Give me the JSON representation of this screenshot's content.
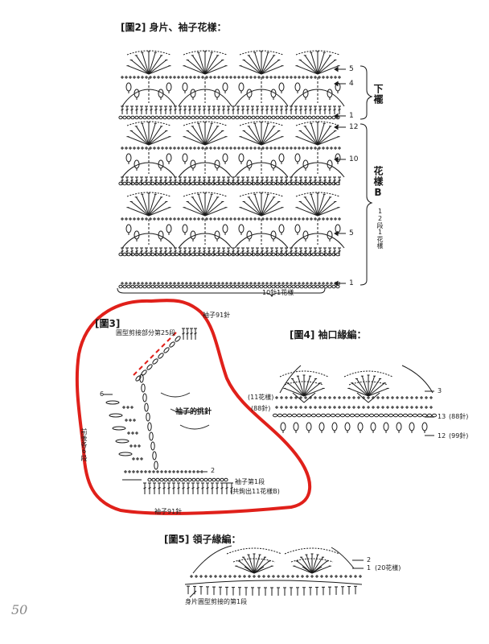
{
  "fig2": {
    "title": "[圖2] 身片、袖子花樣：",
    "row_labels": [
      "5",
      "4",
      "1",
      "12",
      "10",
      "5",
      "1"
    ],
    "section_hem": "下襬",
    "section_pattern": "花樣B",
    "section_note": "12段1花樣",
    "repeat_label": "10針1花樣"
  },
  "fig3": {
    "title": "[圖3]",
    "raglan_label": "圓型剪接部分第25段",
    "sleeve_top": "袖子91針",
    "pickup_label": "袖子的挑針",
    "side_label": "前後各6段",
    "row_markers": [
      "6",
      "2"
    ],
    "row1_label": "袖子第1段",
    "row1_sub": "(共鉤出11花樣B)",
    "sleeve_bottom": "袖子91針"
  },
  "fig4": {
    "title": "[圖4] 袖口緣編：",
    "left_notes": [
      "(11花樣)",
      "(88針)"
    ],
    "row_labels": [
      "3",
      "13",
      "12"
    ],
    "row_counts": [
      "(88針)",
      "(99針)"
    ]
  },
  "fig5": {
    "title": "[圖5] 領子緣編：",
    "row_labels": [
      "2",
      "1"
    ],
    "repeat_note": "(20花樣)",
    "base_label": "身片圓型剪接的第1段"
  },
  "page_number": "50",
  "colors": {
    "ink": "#1a1a1a",
    "highlight": "#e0201a"
  }
}
